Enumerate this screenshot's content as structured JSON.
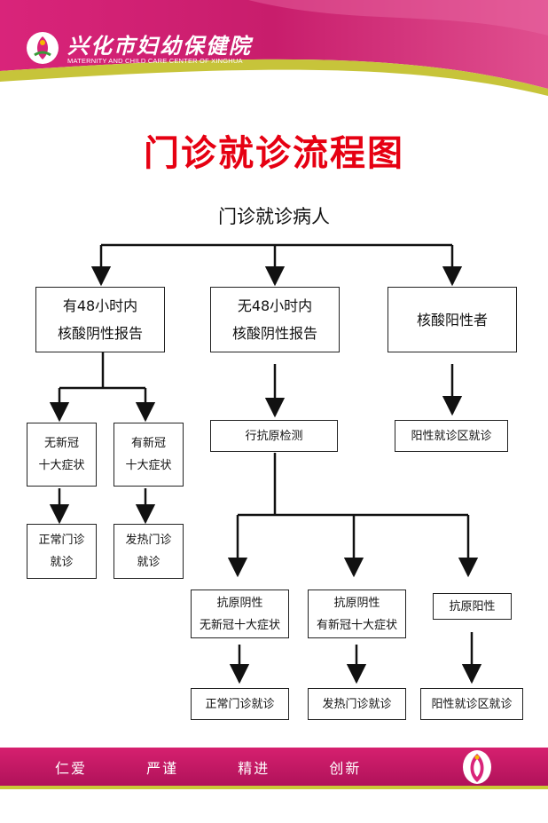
{
  "header": {
    "org_name": "兴化市妇幼保健院",
    "org_name_en": "MATERNITY AND CHILD CARE CENTER OF XINGHUA",
    "colors": {
      "magenta": "#d9247a",
      "gold": "#c7c43a"
    }
  },
  "title": "门诊就诊流程图",
  "root": "门诊就诊病人",
  "branches": {
    "left": {
      "line1": "有48小时内",
      "line2": "核酸阴性报告",
      "children": [
        {
          "line1": "无新冠",
          "line2": "十大症状",
          "result1": "正常门诊",
          "result2": "就诊"
        },
        {
          "line1": "有新冠",
          "line2": "十大症状",
          "result1": "发热门诊",
          "result2": "就诊"
        }
      ]
    },
    "middle": {
      "line1": "无48小时内",
      "line2": "核酸阴性报告",
      "test": "行抗原检测",
      "children": [
        {
          "line1": "抗原阴性",
          "line2": "无新冠十大症状",
          "result": "正常门诊就诊"
        },
        {
          "line1": "抗原阴性",
          "line2": "有新冠十大症状",
          "result": "发热门诊就诊"
        },
        {
          "line1": "抗原阳性",
          "result": "阳性就诊区就诊"
        }
      ]
    },
    "right": {
      "label": "核酸阳性者",
      "result": "阳性就诊区就诊"
    }
  },
  "footer": {
    "slogans": [
      "仁爱",
      "严谨",
      "精进",
      "创新"
    ]
  }
}
